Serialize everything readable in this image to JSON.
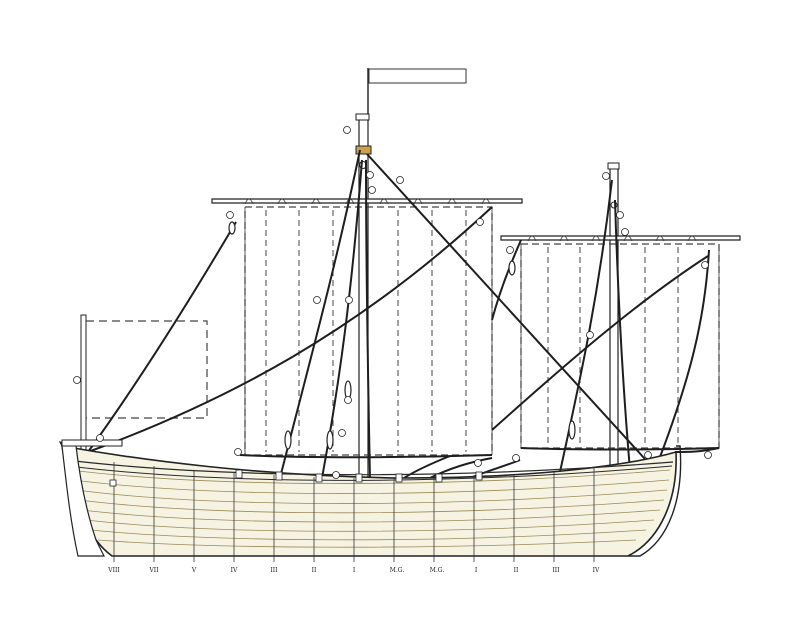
{
  "frame_labels": [
    "VIII",
    "VII",
    "V",
    "IV",
    "III",
    "II",
    "I",
    "M.G.",
    "M.G.",
    "I",
    "II",
    "III",
    "IV"
  ],
  "colors": {
    "line": "#2a2a2a",
    "hull_fill": "#f7f3e3",
    "plank": "#9a8a5a",
    "band": "#c9a24a"
  }
}
